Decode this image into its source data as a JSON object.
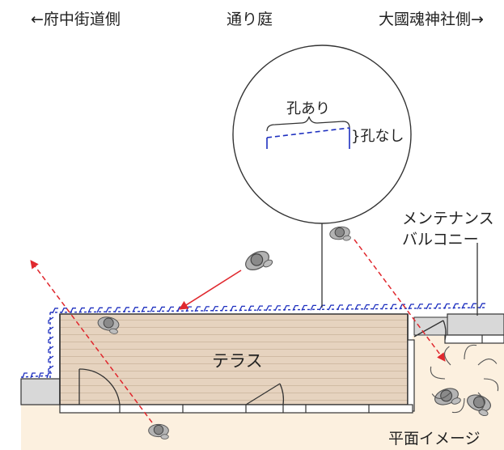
{
  "labels": {
    "left_side": "←府中街道側",
    "center_top": "通り庭",
    "right_side": "大國魂神社側→",
    "holes_yes": "孔あり",
    "holes_no": "}孔なし",
    "maintenance_line1": "メンテナンス",
    "maintenance_line2": "バルコニー",
    "terrace": "テラス",
    "plan_image": "平面イメージ"
  },
  "colors": {
    "terrace_wood": "#e6d3bf",
    "ground_sand": "#fcf0df",
    "wall_gray": "#d8d8d8",
    "outline": "#333333",
    "sightline_red": "#e0282e",
    "fence_blue": "#1d2fbf",
    "person_gray": "#9a9a9a"
  },
  "icons": {
    "person": "person-topview-icon",
    "sightline": "dashed-arrow-icon"
  }
}
